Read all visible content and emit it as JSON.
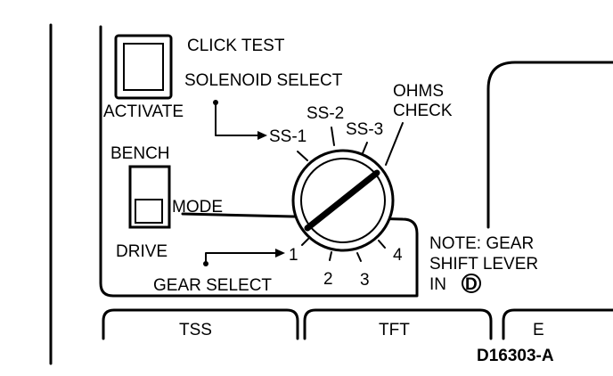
{
  "panel": {
    "click_test_label": "CLICK TEST",
    "activate_label": "ACTIVATE",
    "solenoid_select_label": "SOLENOID SELECT",
    "ohms_label": "OHMS",
    "check_label": "CHECK",
    "bench_label": "BENCH",
    "mode_label": "MODE",
    "drive_label": "DRIVE",
    "gear_select_label": "GEAR SELECT",
    "dial_positions": {
      "ss1": "SS-1",
      "ss2": "SS-2",
      "ss3": "SS-3",
      "g1": "1",
      "g2": "2",
      "g3": "3",
      "g4": "4"
    },
    "note_line1": "NOTE: GEAR",
    "note_line2": "SHIFT LEVER",
    "note_line3": "IN",
    "note_gear_symbol": "D"
  },
  "tabs": [
    {
      "label": "TSS"
    },
    {
      "label": "TFT"
    },
    {
      "label": "E"
    }
  ],
  "figure_id": "D16303-A"
}
